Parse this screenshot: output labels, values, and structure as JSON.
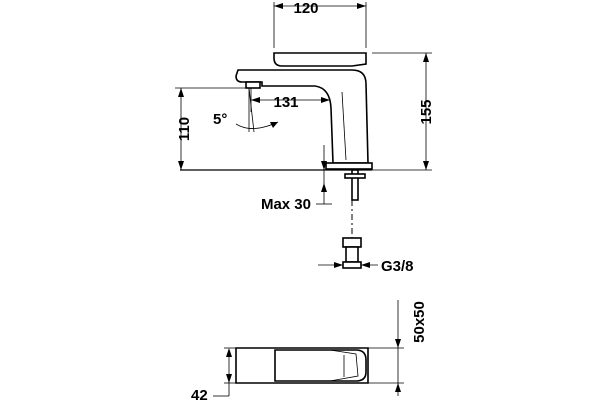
{
  "dimensions": {
    "width_top": "120",
    "height_total": "155",
    "spout_reach": "131",
    "spout_height": "110",
    "spout_angle": "5°",
    "max_thickness": "Max 30",
    "connection": "G3/8",
    "base_size": "50x50",
    "depth": "42"
  },
  "colors": {
    "line": "#000000",
    "background": "#ffffff"
  }
}
